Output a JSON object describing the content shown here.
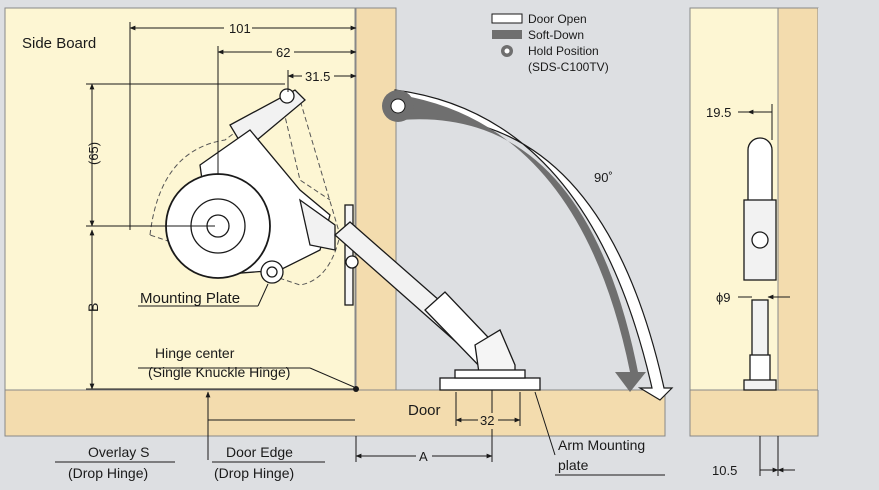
{
  "labels": {
    "side_board": "Side Board",
    "mounting_plate": "Mounting Plate",
    "hinge_center": "Hinge center",
    "single_knuckle": "(Single Knuckle Hinge)",
    "door": "Door",
    "overlay_s": "Overlay S",
    "drop_hinge_1": "(Drop Hinge)",
    "door_edge": "Door Edge",
    "drop_hinge_2": "(Drop Hinge)",
    "arm_mounting": "Arm Mounting",
    "plate": "plate",
    "angle": "90˚"
  },
  "dimensions": {
    "d101": "101",
    "d62": "62",
    "d31_5": "31.5",
    "d65": "(65)",
    "dB": "B",
    "d32": "32",
    "dA": "A",
    "d19_5": "19.5",
    "phi9": "ϕ9",
    "d10_5": "10.5"
  },
  "legend": {
    "door_open": "Door Open",
    "soft_down": "Soft-Down",
    "hold_position": "Hold Position",
    "model": "(SDS-C100TV)"
  },
  "colors": {
    "board": "#fdf6d3",
    "wood": "#f3dcae",
    "background": "#dddfe2",
    "soft_down": "#6f6f6f",
    "outline": "#1a1a1a"
  }
}
